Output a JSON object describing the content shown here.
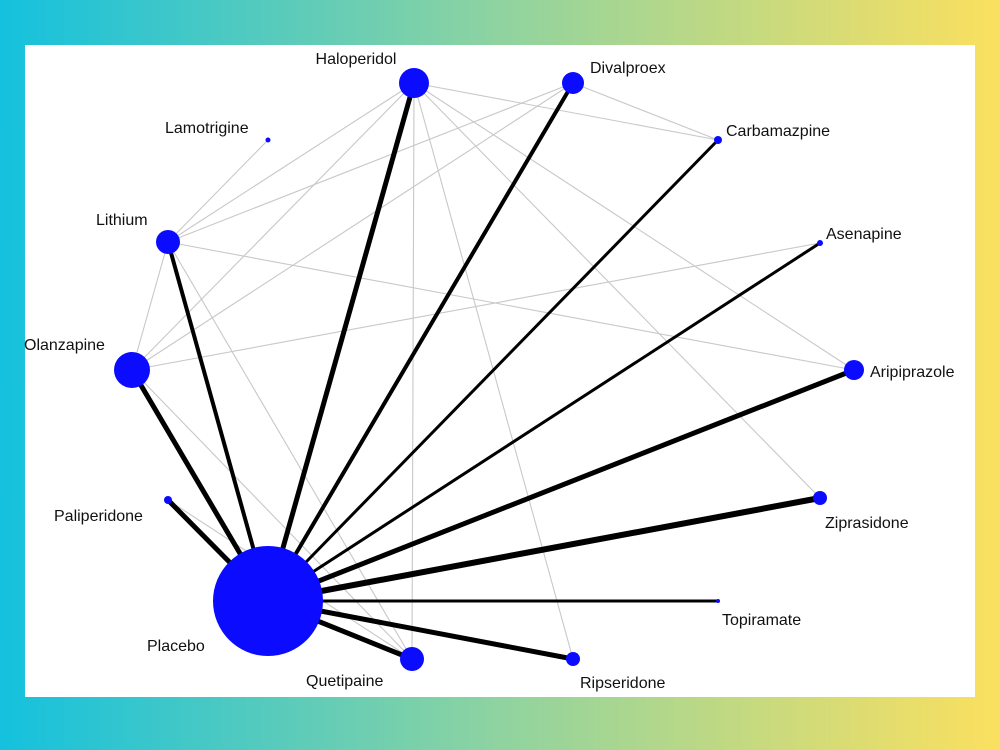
{
  "colors": {
    "node": "#0b0bff",
    "edge_strong": "#000000",
    "edge_weak": "#c8c8c8"
  },
  "network": {
    "nodes": [
      {
        "id": "haloperidol",
        "label": "Haloperidol"
      },
      {
        "id": "divalproex",
        "label": "Divalproex"
      },
      {
        "id": "lamotrigine",
        "label": "Lamotrigine"
      },
      {
        "id": "carbamazpine",
        "label": "Carbamazpine"
      },
      {
        "id": "lithium",
        "label": "Lithium"
      },
      {
        "id": "asenapine",
        "label": "Asenapine"
      },
      {
        "id": "olanzapine",
        "label": "Olanzapine"
      },
      {
        "id": "aripiprazole",
        "label": "Aripiprazole"
      },
      {
        "id": "paliperidone",
        "label": "Paliperidone"
      },
      {
        "id": "ziprasidone",
        "label": "Ziprasidone"
      },
      {
        "id": "topiramate",
        "label": "Topiramate"
      },
      {
        "id": "placebo",
        "label": "Placebo"
      },
      {
        "id": "quetipaine",
        "label": "Quetipaine"
      },
      {
        "id": "ripseridone",
        "label": "Ripseridone"
      }
    ],
    "edges": [
      {
        "from": "placebo",
        "to": "haloperidol",
        "type": "strong"
      },
      {
        "from": "placebo",
        "to": "divalproex",
        "type": "strong"
      },
      {
        "from": "placebo",
        "to": "carbamazpine",
        "type": "strong"
      },
      {
        "from": "placebo",
        "to": "asenapine",
        "type": "strong"
      },
      {
        "from": "placebo",
        "to": "aripiprazole",
        "type": "strong"
      },
      {
        "from": "placebo",
        "to": "ziprasidone",
        "type": "strong"
      },
      {
        "from": "placebo",
        "to": "topiramate",
        "type": "strong"
      },
      {
        "from": "placebo",
        "to": "ripseridone",
        "type": "strong"
      },
      {
        "from": "placebo",
        "to": "quetipaine",
        "type": "strong"
      },
      {
        "from": "placebo",
        "to": "olanzapine",
        "type": "strong"
      },
      {
        "from": "placebo",
        "to": "lithium",
        "type": "strong"
      },
      {
        "from": "placebo",
        "to": "paliperidone",
        "type": "strong"
      },
      {
        "from": "haloperidol",
        "to": "carbamazpine",
        "type": "weak"
      },
      {
        "from": "haloperidol",
        "to": "aripiprazole",
        "type": "weak"
      },
      {
        "from": "haloperidol",
        "to": "ziprasidone",
        "type": "weak"
      },
      {
        "from": "haloperidol",
        "to": "quetipaine",
        "type": "weak"
      },
      {
        "from": "haloperidol",
        "to": "ripseridone",
        "type": "weak"
      },
      {
        "from": "haloperidol",
        "to": "lithium",
        "type": "weak"
      },
      {
        "from": "haloperidol",
        "to": "olanzapine",
        "type": "weak"
      },
      {
        "from": "divalproex",
        "to": "carbamazpine",
        "type": "weak"
      },
      {
        "from": "divalproex",
        "to": "lithium",
        "type": "weak"
      },
      {
        "from": "divalproex",
        "to": "olanzapine",
        "type": "weak"
      },
      {
        "from": "lamotrigine",
        "to": "lithium",
        "type": "weak"
      },
      {
        "from": "lithium",
        "to": "aripiprazole",
        "type": "weak"
      },
      {
        "from": "lithium",
        "to": "olanzapine",
        "type": "weak"
      },
      {
        "from": "lithium",
        "to": "quetipaine",
        "type": "weak"
      },
      {
        "from": "olanzapine",
        "to": "asenapine",
        "type": "weak"
      },
      {
        "from": "olanzapine",
        "to": "quetipaine",
        "type": "weak"
      },
      {
        "from": "paliperidone",
        "to": "quetipaine",
        "type": "weak"
      }
    ]
  }
}
